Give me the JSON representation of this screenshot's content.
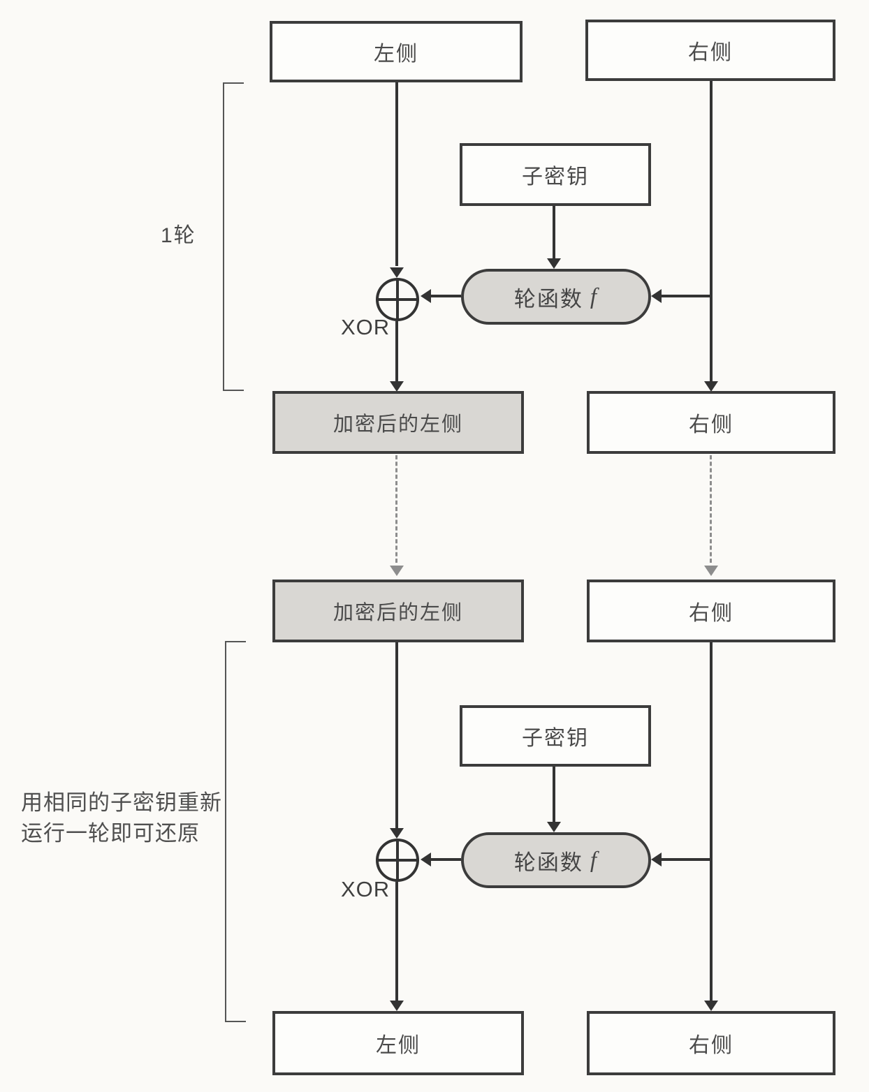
{
  "diagram": {
    "labels": {
      "xor": "XOR",
      "round_bracket": "1轮",
      "note_line1": "用相同的子密钥重新",
      "note_line2": "运行一轮即可还原"
    },
    "round1": {
      "left_input": "左侧",
      "right_input": "右侧",
      "subkey": "子密钥",
      "round_function_name": "轮函数",
      "round_function_symbol": "f",
      "left_output": "加密后的左侧",
      "right_output": "右侧"
    },
    "round2": {
      "left_input": "加密后的左侧",
      "right_input": "右侧",
      "subkey": "子密钥",
      "round_function_name": "轮函数",
      "round_function_symbol": "f",
      "left_output": "左侧",
      "right_output": "右侧"
    },
    "colors": {
      "background": "#fbfaf7",
      "box_border": "#3c3c3c",
      "gray_fill": "#d9d7d3",
      "white_fill": "#fdfdfb",
      "line": "#333333",
      "dashed_line": "#8d8d8d",
      "text": "#4a4a4a"
    }
  }
}
